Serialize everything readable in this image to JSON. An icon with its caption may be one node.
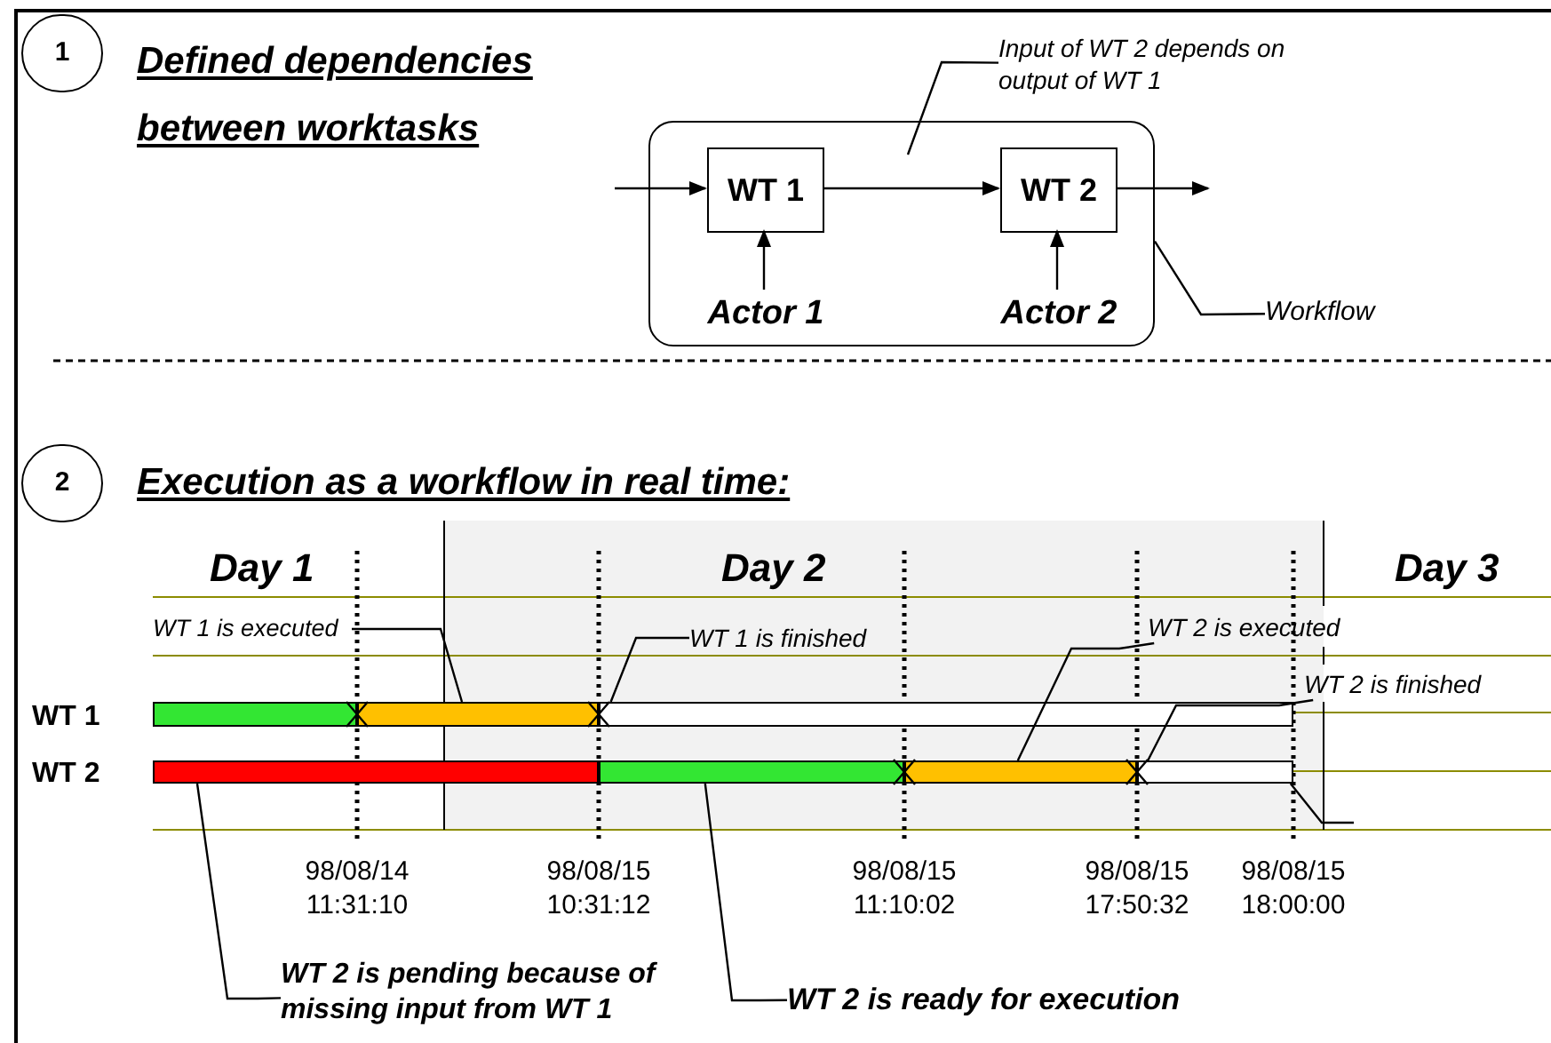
{
  "diagram": {
    "nodes": [
      {
        "text": [
          "1"
        ]
      },
      {
        "text": [],
        "shape": "box"
      },
      {
        "text": [
          "WT 1"
        ],
        "in": 1
      },
      {
        "text": [
          "WT 2"
        ],
        "in": 1
      },
      {
        "text": [
          "Actor 1"
        ],
        "in": 1
      },
      {
        "text": [
          "Actor 2"
        ],
        "in": 1
      },
      {
        "text": [
          "Input of WT 2 depends on output of WT 1"
        ]
      },
      {
        "text": [
          "Workflow"
        ]
      },
      {
        "text": [
          "2"
        ]
      },
      {
        "text": [],
        "shape": "bar"
      },
      {
        "text": [],
        "shape": "bar"
      },
      {
        "text": [],
        "shape": "bar"
      },
      {
        "text": [],
        "shape": "bar"
      },
      {
        "text": [],
        "shape": "bar"
      },
      {
        "text": [],
        "shape": "bar"
      },
      {
        "text": [],
        "shape": "bar"
      },
      {
        "text": [
          "WT 1 is executed"
        ]
      },
      {
        "text": [
          "WT 1 is finished"
        ]
      },
      {
        "text": [
          "WT 2 is executed"
        ]
      },
      {
        "text": [
          "WT 2 is finished"
        ]
      },
      {
        "text": [
          "WT 2 is pending because of missing input from WT 1"
        ]
      },
      {
        "text": [
          "WT 2 is ready for execution"
        ]
      }
    ],
    "edges": [
      {
        "from": null,
        "to": 2,
        "arrow": "to"
      },
      {
        "from": 2,
        "to": 3,
        "arrow": "to"
      },
      {
        "from": 3,
        "to": null,
        "arrow": "to"
      },
      {
        "from": 4,
        "to": 2,
        "arrow": "to"
      },
      {
        "from": 5,
        "to": 3,
        "arrow": "to"
      },
      {
        "from": 6,
        "to": null,
        "arrow": "none"
      },
      {
        "from": 7,
        "to": 1,
        "arrow": "none"
      },
      {
        "from": 16,
        "to": 10,
        "arrow": "none"
      },
      {
        "from": 17,
        "to": 11,
        "arrow": "none"
      },
      {
        "from": 18,
        "to": 14,
        "arrow": "none"
      },
      {
        "from": 19,
        "to": 15,
        "arrow": "none"
      },
      {
        "from": 20,
        "to": 12,
        "arrow": "none"
      },
      {
        "from": 21,
        "to": 13,
        "arrow": "none"
      },
      {
        "from": 15,
        "to": null,
        "arrow": "none"
      }
    ],
    "labels": [
      "Defined dependencies between worktasks",
      "Execution as a workflow in real time:",
      "Day 1",
      "Day 2",
      "Day 3",
      "WT 1",
      "WT 2",
      "98/08/14 11:31:10",
      "98/08/15 10:31:12",
      "98/08/15 11:10:02",
      "98/08/15 17:50:32",
      "98/08/15 18:00:00"
    ]
  }
}
